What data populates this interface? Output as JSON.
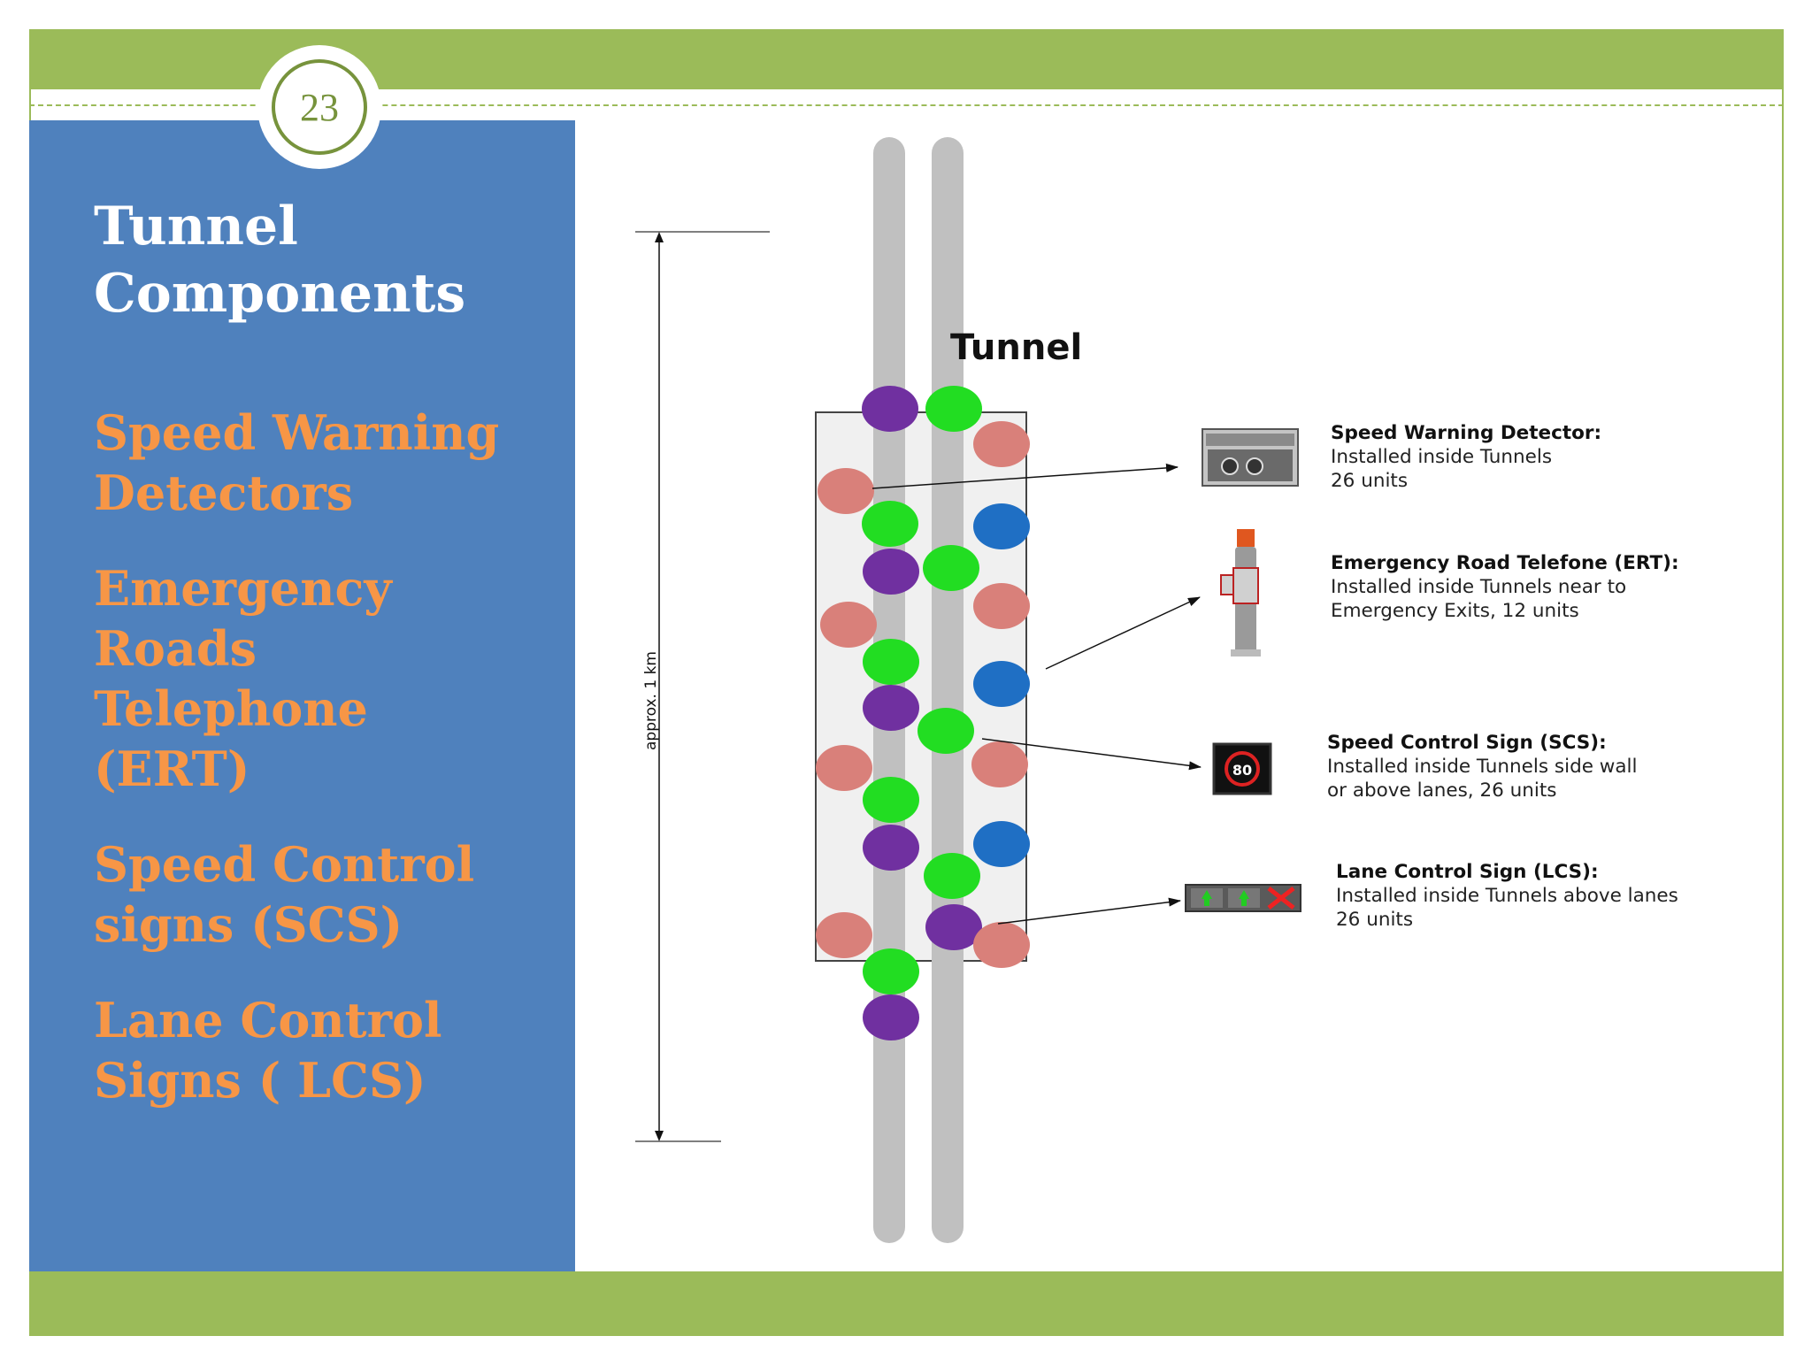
{
  "slide": {
    "number": "23",
    "title": "Tunnel Components",
    "items": [
      "Speed Warning\nDetectors",
      "Emergency\nRoads\nTelephone\n(ERT)",
      "Speed Control\nsigns (SCS)",
      "Lane Control\nSigns ( LCS)"
    ]
  },
  "diagram": {
    "tunnel_label": "Tunnel",
    "length_label": "approx. 1 km",
    "callouts": [
      {
        "title": "Speed Warning Detector:",
        "line1": "Installed inside Tunnels",
        "line2": "26 units"
      },
      {
        "title": "Emergency Road Telefone (ERT):",
        "line1": "Installed inside Tunnels near to",
        "line2": "Emergency Exits, 12 units"
      },
      {
        "title": "Speed Control Sign (SCS):",
        "line1": "Installed inside Tunnels side wall",
        "line2": "or above lanes, 26 units"
      },
      {
        "title": "Lane Control Sign (LCS):",
        "line1": "Installed inside Tunnels above lanes",
        "line2": "26 units"
      }
    ],
    "speed_sign_value": "80",
    "colors": {
      "purple": "#7030a0",
      "green": "#22dd22",
      "salmon": "#d9807a",
      "blue": "#1f6fc4",
      "lane": "#c0c0c0"
    }
  }
}
